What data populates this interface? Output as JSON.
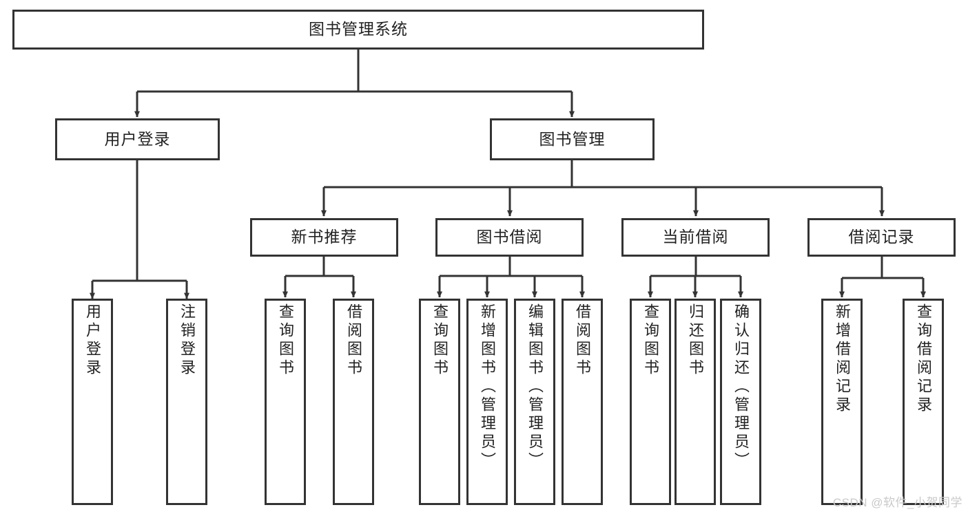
{
  "diagram": {
    "title": "图书管理系统",
    "watermark": "CSDN @软件_小贺同学",
    "stroke_color": "#333333",
    "fill_color": "#ffffff",
    "background": "#ffffff",
    "nodes": {
      "root": "图书管理系统",
      "level1": {
        "user_login": "用户登录",
        "book_manage": "图书管理"
      },
      "level2": {
        "new_book_recommend": "新书推荐",
        "book_borrow": "图书借阅",
        "current_borrow": "当前借阅",
        "borrow_record": "借阅记录"
      },
      "leaves": {
        "user_login_1": "用户登录",
        "user_login_2": "注销登录",
        "recommend_1": "查询图书",
        "recommend_2": "借阅图书",
        "borrow_1": "查询图书",
        "borrow_2": "新增图书（管理员）",
        "borrow_3": "编辑图书（管理员）",
        "borrow_4": "借阅图书",
        "current_1": "查询图书",
        "current_2": "归还图书",
        "current_3": "确认归还（管理员）",
        "record_1": "新增借阅记录",
        "record_2": "查询借阅记录"
      }
    }
  }
}
